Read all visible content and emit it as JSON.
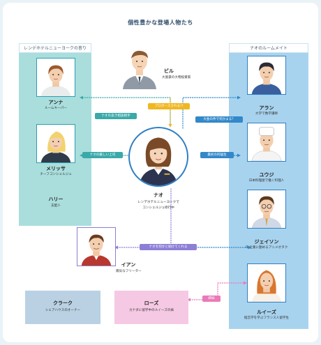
{
  "title": "個性豊かな登場人物たち",
  "left_panel": {
    "title": "レンデホテルニューヨークの皆り"
  },
  "right_panel": {
    "title": "ナオのルームメイト"
  },
  "characters": {
    "bill": {
      "name": "ビル",
      "desc": "大富豪の大物投資家"
    },
    "anna": {
      "name": "アンナ",
      "desc": "ルームキーパー"
    },
    "melissa": {
      "name": "メリッサ",
      "desc": "チーフコンシェルジュ"
    },
    "harry": {
      "name": "ハリー",
      "desc": "支配人"
    },
    "nao": {
      "name": "ナオ",
      "desc_line1": "レンデホテルニューヨークで",
      "desc_line2": "コンシェルジュ修行中"
    },
    "ian": {
      "name": "イアン",
      "desc": "陽気なフリーター"
    },
    "alan": {
      "name": "アラン",
      "desc": "大学で数学講師"
    },
    "yuji": {
      "name": "ユウジ",
      "desc": "日本料理屋で働く料理人"
    },
    "jason": {
      "name": "ジェイソン",
      "desc": "IT 企業に勤めるアニメオタク"
    },
    "louise": {
      "name": "ルイーズ",
      "desc": "経営学を学ぶフランス人留学生"
    },
    "clark": {
      "name": "クラーク",
      "desc": "シェアハウスのオーナー"
    },
    "rose": {
      "name": "ローズ",
      "desc": "カナダに留学中のルイーズの妹"
    }
  },
  "relations": {
    "nao_anna": "ナオの良き相談相手",
    "nao_melissa": "ナオの厳しい上司",
    "bill_nao": "プロポーズされる!?",
    "nao_alan": "大金の件で何かよる？",
    "nao_yuji": "最初の同居生",
    "nao_ian": "ナオを何かと助けてくれる",
    "rose_louise": "姉妹"
  },
  "colors": {
    "teal": "#3aa9a8",
    "blue": "#3288c9",
    "yellow": "#f0b723",
    "purple": "#8d7fd6",
    "pink": "#ea7ab8",
    "left_panel_bg": "#a9dedd",
    "right_panel_bg": "#a8d3ee"
  }
}
